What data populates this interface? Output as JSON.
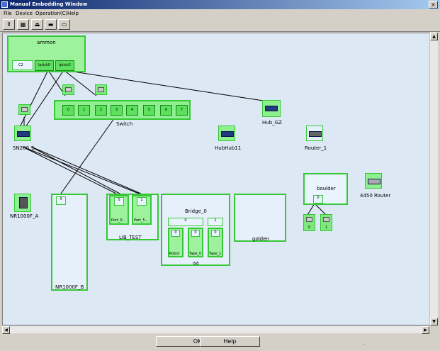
{
  "window": {
    "title": "Manual Embedding Window",
    "close": "×"
  },
  "menu": [
    "File",
    "Device",
    "Operation(C)",
    "Help"
  ],
  "toolbar": [
    "Ⅱ",
    "▦",
    "⏏",
    "▬",
    "▭"
  ],
  "nodes": {
    "ammon": {
      "label": "ammon",
      "ports": [
        "C2",
        "Iptick0",
        "Iptick2"
      ]
    },
    "switch": {
      "label": "Switch",
      "ports": [
        "0",
        "1",
        "2",
        "3",
        "4",
        "5",
        "6",
        "7"
      ]
    },
    "hub_gz": "Hub_GZ",
    "sn200": "SN200_1",
    "hubhub11": "HubHub11",
    "router_1": "Router_1",
    "boulder": {
      "label": "boulder",
      "port": "0",
      "children": [
        "0",
        "1"
      ]
    },
    "router4450": "4450 Router",
    "nr1000f_a": "NR1000F_A",
    "nr1000f_b": {
      "label": "NR1000F_B",
      "port": "0"
    },
    "lib_test": {
      "label": "LIB_TEST",
      "ports": [
        "0",
        "1"
      ],
      "devices": [
        "Port_0...",
        "Port_5..."
      ]
    },
    "aa": {
      "label": "aa",
      "bridge": "Bridge_0",
      "bridge_ports": [
        "0",
        "1"
      ],
      "ports": [
        "0",
        "0",
        "0"
      ],
      "devices": [
        "Robot",
        "Tape_0",
        "Tape_1"
      ]
    },
    "golden": "golden"
  },
  "buttons": {
    "ok": "OK",
    "help": "Help"
  },
  "status": "."
}
